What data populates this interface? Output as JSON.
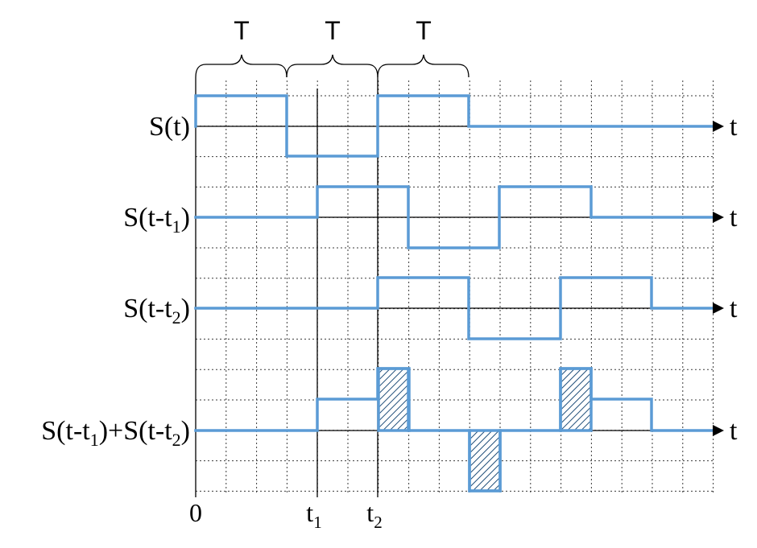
{
  "periods": [
    {
      "label": "T"
    },
    {
      "label": "T"
    },
    {
      "label": "T"
    }
  ],
  "axis_variable": "t",
  "rows": [
    {
      "label": "S(t)"
    },
    {
      "label": "S(t-t₁)",
      "base": "S(t-t",
      "sub": "1",
      "tail": ")"
    },
    {
      "label": "S(t-t₂)",
      "base": "S(t-t",
      "sub": "2",
      "tail": ")"
    },
    {
      "label": "S(t-t₁)+S(t-t₂)"
    }
  ],
  "x_ticks": [
    {
      "label": "0"
    },
    {
      "label": "t",
      "sub": "1"
    },
    {
      "label": "t",
      "sub": "2"
    }
  ],
  "colors": {
    "signal": "#5b9bd5",
    "grid": "#3a3a3a",
    "axis": "#000000"
  }
}
